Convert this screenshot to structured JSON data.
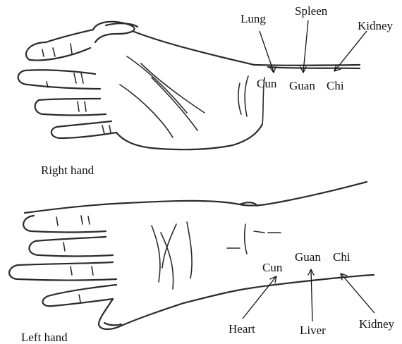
{
  "right_hand": {
    "caption": "Right hand",
    "organs": {
      "lung": "Lung",
      "spleen": "Spleen",
      "kidney": "Kidney"
    },
    "positions": {
      "cun": "Cun",
      "guan": "Guan",
      "chi": "Chi"
    }
  },
  "left_hand": {
    "caption": "Left hand",
    "organs": {
      "heart": "Heart",
      "liver": "Liver",
      "kidney": "Kidney"
    },
    "positions": {
      "cun": "Cun",
      "guan": "Guan",
      "chi": "Chi"
    }
  }
}
